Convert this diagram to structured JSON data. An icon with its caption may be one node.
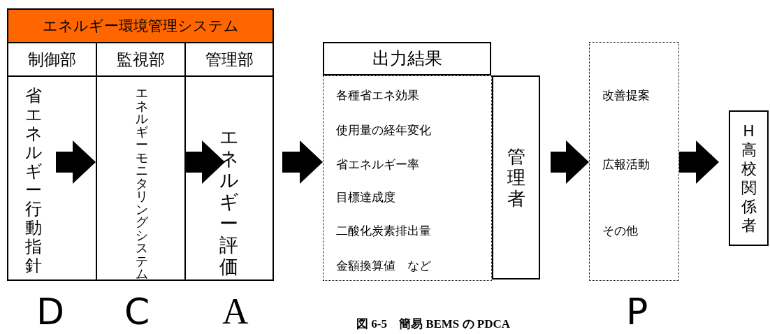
{
  "diagram": {
    "caption": "図 6-5　簡易 BEMS の PDCA",
    "nodes": [
      {
        "text": [
          "エネルギー環境管理システム"
        ]
      },
      {
        "text": [
          "制御部",
          "省エネルギー行動指針"
        ],
        "in": 0
      },
      {
        "text": [
          "監視部",
          "エネルギーモニタリングシステム"
        ],
        "in": 0
      },
      {
        "text": [
          "管理部",
          "エネルギー評価"
        ],
        "in": 0
      },
      {
        "text": [
          "出力結果"
        ]
      },
      {
        "text": [
          "各種省エネ効果",
          "使用量の経年変化",
          "省エネルギー率",
          "目標達成度",
          "二酸化炭素排出量",
          "金額換算値　など"
        ]
      },
      {
        "text": [
          "管理者"
        ]
      },
      {
        "text": [
          "改善提案",
          "広報活動",
          "その他"
        ]
      },
      {
        "text": [
          "H高校関係者"
        ]
      }
    ],
    "edges": [
      {
        "from": 1,
        "to": 2,
        "arrow": "to"
      },
      {
        "from": 2,
        "to": 3,
        "arrow": "to"
      },
      {
        "from": 3,
        "to": 5,
        "arrow": "to"
      },
      {
        "from": 6,
        "to": 7,
        "arrow": "to"
      },
      {
        "from": 7,
        "to": 8,
        "arrow": "to"
      }
    ],
    "labels": [
      "D",
      "C",
      "A",
      "P"
    ]
  }
}
